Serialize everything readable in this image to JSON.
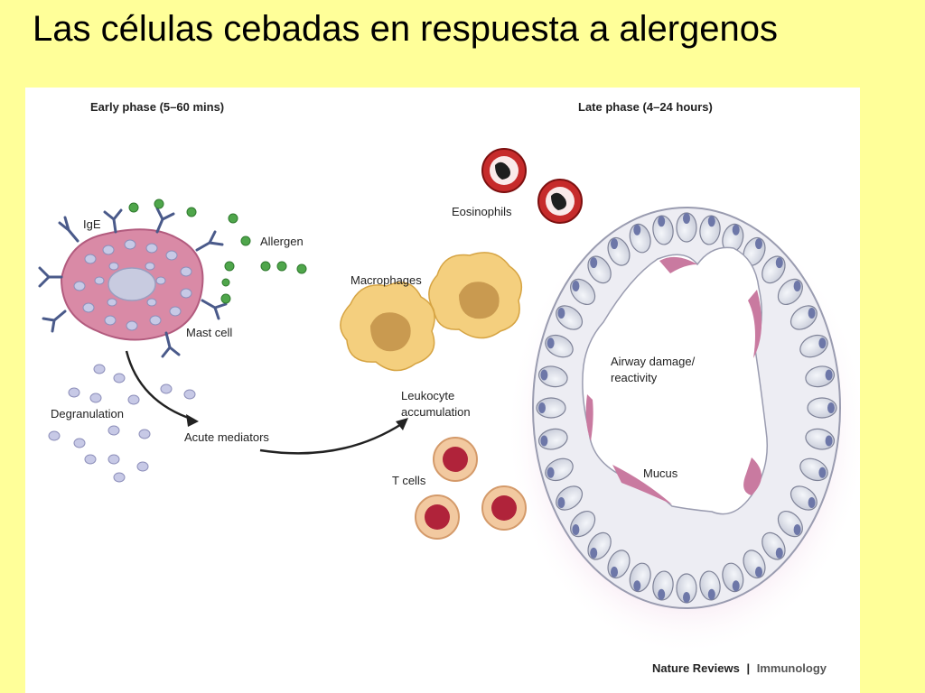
{
  "slide": {
    "title": "Las células cebadas en respuesta a alergenos"
  },
  "figure": {
    "early_phase": "Early phase (5–60 mins)",
    "late_phase": "Late phase (4–24 hours)",
    "labels": {
      "ige": "IgE",
      "allergen": "Allergen",
      "mast_cell": "Mast cell",
      "degranulation": "Degranulation",
      "acute_mediators": "Acute mediators",
      "eosinophils": "Eosinophils",
      "macrophages": "Macrophages",
      "leukocyte_line1": "Leukocyte",
      "leukocyte_line2": "accumulation",
      "t_cells": "T cells",
      "airway_line1": "Airway damage/",
      "airway_line2": "reactivity",
      "mucus": "Mucus"
    },
    "credit": {
      "journal": "Nature Reviews",
      "separator": "|",
      "section": "Immunology"
    }
  }
}
